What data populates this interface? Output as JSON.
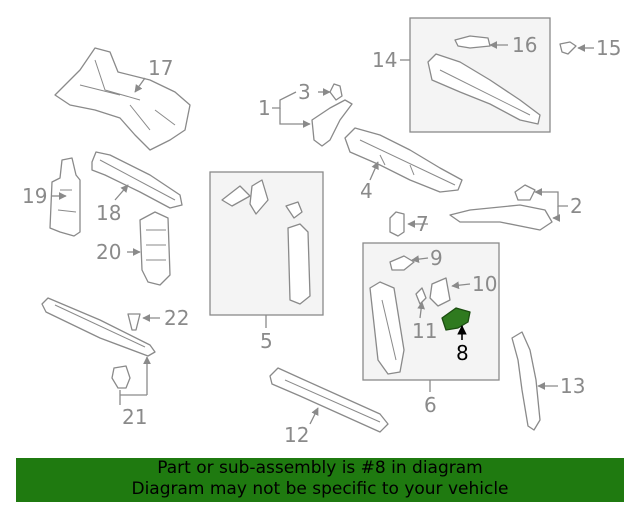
{
  "callouts": {
    "c1": "1",
    "c2": "2",
    "c3": "3",
    "c4": "4",
    "c5": "5",
    "c6": "6",
    "c7": "7",
    "c8": "8",
    "c9": "9",
    "c10": "10",
    "c11": "11",
    "c12": "12",
    "c13": "13",
    "c14": "14",
    "c15": "15",
    "c16": "16",
    "c17": "17",
    "c18": "18",
    "c19": "19",
    "c20": "20",
    "c21": "21",
    "c22": "22"
  },
  "highlighted_part": "8",
  "colors": {
    "highlight": "#2f7a1f",
    "banner": "#1f7a10",
    "line": "#8a8a8a"
  },
  "footer": {
    "line1": "Part or sub-assembly is #8 in diagram",
    "line2": "Diagram may not be specific to your vehicle"
  }
}
